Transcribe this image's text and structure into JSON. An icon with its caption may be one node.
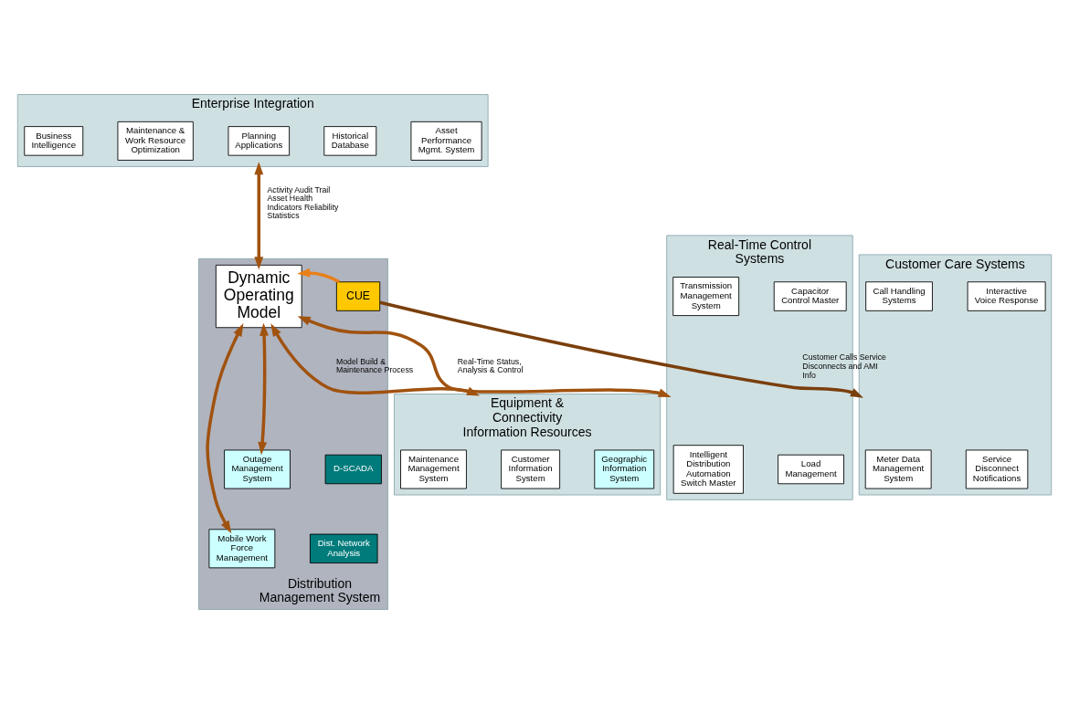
{
  "diagram": {
    "nodes": [
      {
        "text": [
          "Enterprise Integration"
        ]
      },
      {
        "text": [
          "Business Intelligence"
        ],
        "in": 0
      },
      {
        "text": [
          "Maintenance & Work Resource Optimization"
        ],
        "in": 0
      },
      {
        "text": [
          "Planning Applications"
        ],
        "in": 0
      },
      {
        "text": [
          "Historical Database"
        ],
        "in": 0
      },
      {
        "text": [
          "Asset Performance Mgmt. System"
        ],
        "in": 0
      },
      {
        "text": [
          "Real-Time Control Systems"
        ]
      },
      {
        "text": [
          "Transmission Management System"
        ],
        "in": 6
      },
      {
        "text": [
          "Capacitor Control Master"
        ],
        "in": 6
      },
      {
        "text": [
          "Intelligent Distribution Automation Switch Master"
        ],
        "in": 6
      },
      {
        "text": [
          "Load Management"
        ],
        "in": 6
      },
      {
        "text": [
          "Distribution Management System"
        ]
      },
      {
        "text": [
          "Dynamic Operating Model"
        ],
        "in": 11
      },
      {
        "text": [
          "CUE"
        ],
        "in": 11
      },
      {
        "text": [
          "Outage Management System"
        ],
        "in": 11
      },
      {
        "text": [
          "D-SCADA"
        ],
        "in": 11
      },
      {
        "text": [
          "Mobile Work Force Management"
        ],
        "in": 11
      },
      {
        "text": [
          "Dist. Network Analysis"
        ],
        "in": 11
      },
      {
        "text": [
          "Customer Care Systems"
        ]
      },
      {
        "text": [
          "Call Handling Systems"
        ],
        "in": 18
      },
      {
        "text": [
          "Interactive Voice Response"
        ],
        "in": 18
      },
      {
        "text": [
          "Meter Data Management System"
        ],
        "in": 18
      },
      {
        "text": [
          "Service Disconnect Notifications"
        ],
        "in": 18
      },
      {
        "text": [
          "Equipment & Connectivity Information Resources"
        ]
      },
      {
        "text": [
          "Maintenance Management System"
        ],
        "in": 23
      },
      {
        "text": [
          "Customer Information System"
        ],
        "in": 23
      },
      {
        "text": [
          "Geographic Information System"
        ],
        "in": 23
      }
    ],
    "edges": [
      {
        "from": 0,
        "to": 12,
        "arrow": "both",
        "label": "Activity Audit Trail Asset Health Indicators Reliability Statistics"
      },
      {
        "from": 6,
        "to": 12,
        "arrow": "both",
        "label": "Real-Time Status, Analysis & Control"
      },
      {
        "from": 13,
        "to": 12,
        "arrow": "to",
        "color": "#e8801a"
      },
      {
        "from": 12,
        "to": 14,
        "arrow": "both"
      },
      {
        "from": 12,
        "to": 16,
        "arrow": "both"
      },
      {
        "from": 13,
        "to": 18,
        "arrow": "to",
        "label": "Customer Calls Service Disconnects and AMI Info",
        "color": "#7a3f0c"
      },
      {
        "from": 12,
        "to": 23,
        "arrow": "both",
        "label": "Model Build & Maintenance Process"
      }
    ]
  }
}
